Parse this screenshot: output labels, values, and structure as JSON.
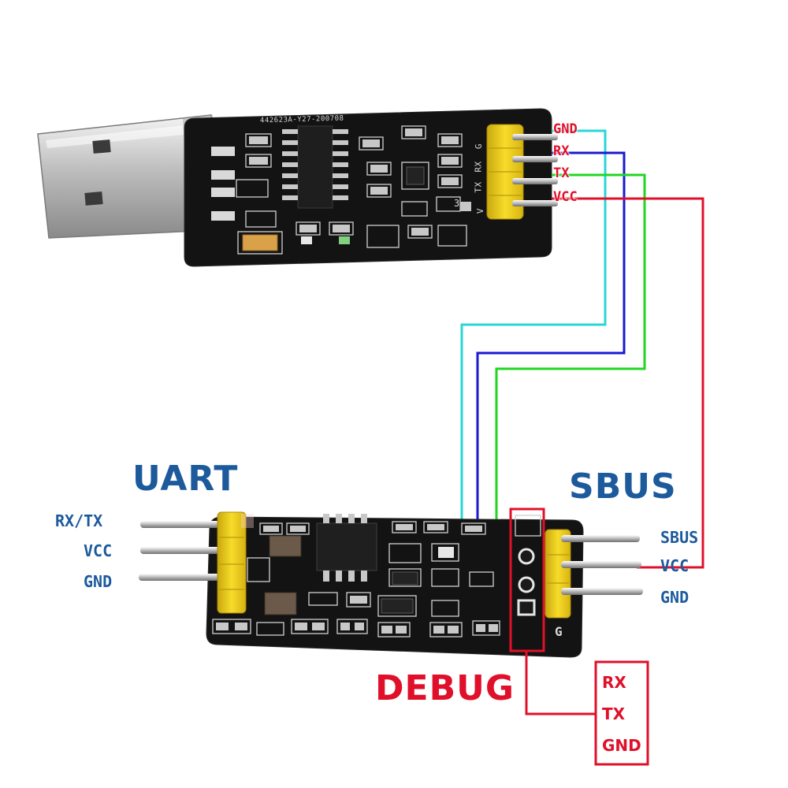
{
  "usb_adapter": {
    "part_number": "442623A-Y27-200708",
    "header_silkscreen": [
      "G",
      "RX",
      "TX",
      "V"
    ],
    "chip_marker": "3",
    "pins": [
      {
        "label": "GND",
        "wire_color": "#29d6d6"
      },
      {
        "label": "RX",
        "wire_color": "#1a1ad0"
      },
      {
        "label": "TX",
        "wire_color": "#21d621"
      },
      {
        "label": "VCC",
        "wire_color": "#e0102a"
      }
    ]
  },
  "receiver_board": {
    "uart": {
      "title": "UART",
      "pins": [
        "RX/TX",
        "VCC",
        "GND"
      ]
    },
    "sbus": {
      "title": "SBUS",
      "pins": [
        "SBUS",
        "VCC",
        "GND"
      ]
    },
    "debug": {
      "title": "DEBUG",
      "pins": [
        "RX",
        "TX",
        "GND"
      ],
      "marker_letter": "G"
    }
  },
  "colors": {
    "label_blue": "#1c5a9c",
    "label_red": "#e0102a",
    "pcb_black": "#141414",
    "header_yellow": "#f2d21a"
  }
}
